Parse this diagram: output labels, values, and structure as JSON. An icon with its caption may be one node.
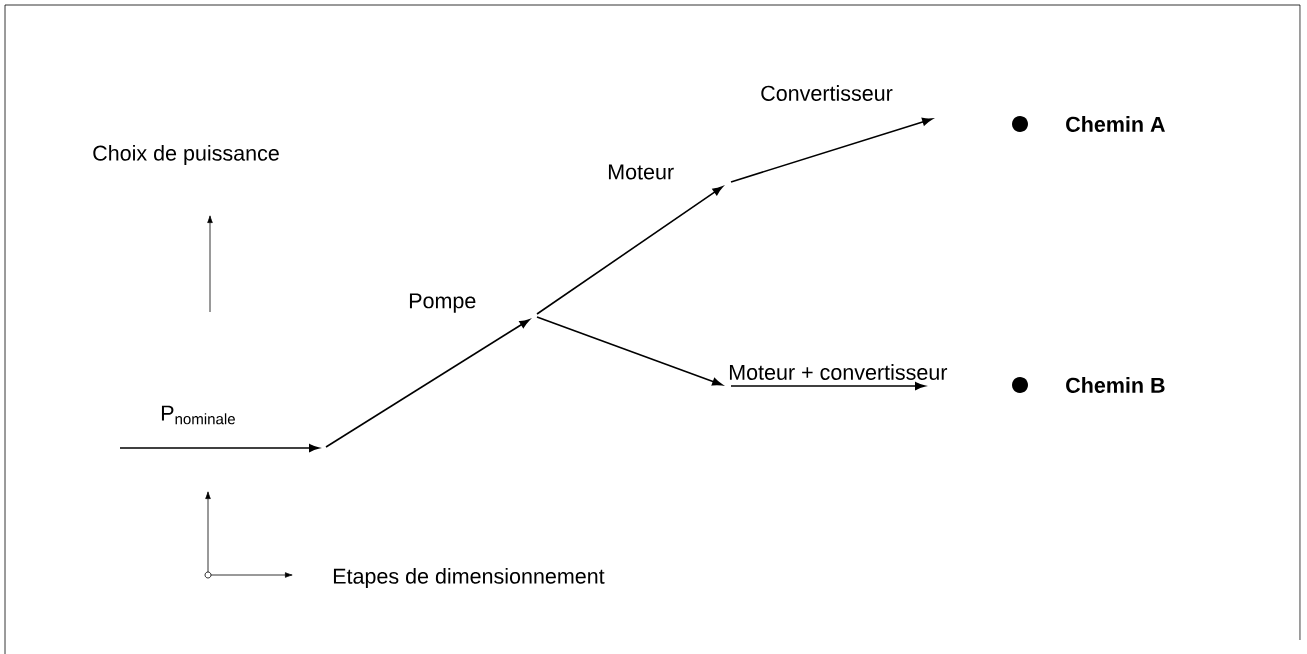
{
  "diagram": {
    "labels": [
      "Convertisseur",
      "Chemin A",
      "Choix de puissance",
      "Moteur",
      "Pompe",
      "Moteur + convertisseur",
      "Chemin B",
      "P$_{nominale}$",
      "Etapes de dimensionnement"
    ]
  }
}
